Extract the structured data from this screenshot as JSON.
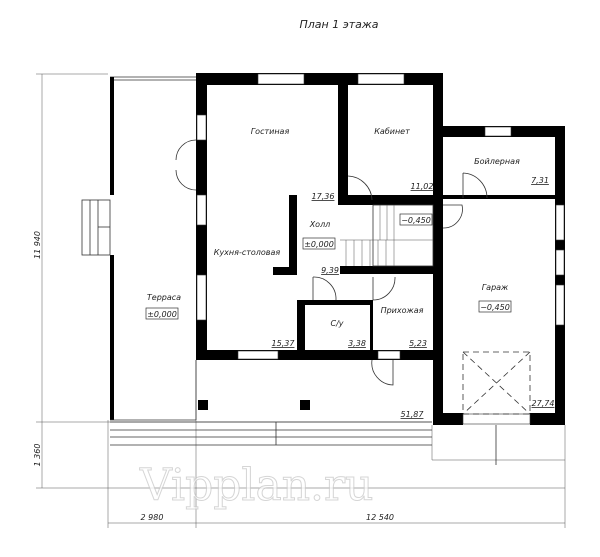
{
  "title": "План 1 этажа",
  "watermark": "Vipplan.ru",
  "rooms": [
    {
      "name": "Гостиная",
      "area": "17,36"
    },
    {
      "name": "Кабинет",
      "area": "11,02"
    },
    {
      "name": "Бойлерная",
      "area": "7,31"
    },
    {
      "name": "Холл",
      "area": "9,39"
    },
    {
      "name": "Кухня-столовая",
      "area": "15,37"
    },
    {
      "name": "Терраса",
      "area": "51,87"
    },
    {
      "name": "С/у",
      "area": "3,38"
    },
    {
      "name": "Прихожая",
      "area": "5,23"
    },
    {
      "name": "Гараж",
      "area": "27,74"
    }
  ],
  "levels": {
    "hall": "±0,000",
    "stairs": "−0,450",
    "terrace": "±0,000",
    "garage": "−0,450"
  },
  "dimensions": {
    "height_main": "11 940",
    "height_steps": "1 360",
    "width_terrace": "2 980",
    "width_house": "12 540"
  }
}
